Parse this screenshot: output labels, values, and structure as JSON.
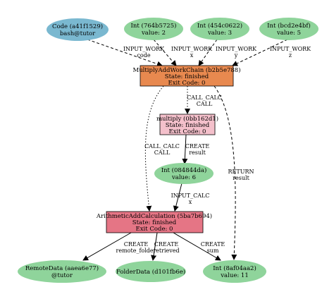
{
  "nodes": {
    "code": {
      "line1": "Code (a41f1529)",
      "line2": "bash@tutor",
      "color": "#7ab8d0"
    },
    "int_w": {
      "line1": "Int (764b5725)",
      "line2": "value: 2",
      "color": "#8fd49b"
    },
    "int_x": {
      "line1": "Int (454c0622)",
      "line2": "value: 3",
      "color": "#8fd49b"
    },
    "int_y": {
      "line1": "Int (bcd2e4bf)",
      "line2": "value: 5",
      "color": "#8fd49b"
    },
    "workchain": {
      "line1": "MultiplyAddWorkChain (b2b5e788)",
      "line2": "State: finished",
      "line3": "Exit Code: 0",
      "color": "#e8894f"
    },
    "multiply": {
      "line1": "multiply (0bb162d1)",
      "line2": "State: finished",
      "line3": "Exit Code: 0",
      "color": "#f4c0cb"
    },
    "int_result": {
      "line1": "Int (084844da)",
      "line2": "value: 6",
      "color": "#8fd49b"
    },
    "arith": {
      "line1": "ArithmeticAddCalculation (5ba7b694)",
      "line2": "State: finished",
      "line3": "Exit Code: 0",
      "color": "#e57585"
    },
    "remote": {
      "line1": "RemoteData (aaea6e77)",
      "line2": "@tutor",
      "color": "#8fd49b"
    },
    "folder": {
      "line1": "FolderData (d101fb6e)",
      "color": "#8fd49b"
    },
    "int_sum": {
      "line1": "Int (8af04aa2)",
      "line2": "value: 11",
      "color": "#8fd49b"
    }
  },
  "edges": {
    "code_wc": {
      "l1": "INPUT_WORK",
      "l2": "code"
    },
    "w_wc": {
      "l1": "INPUT_WORK",
      "l2": "x"
    },
    "x_wc": {
      "l1": "INPUT_WORK",
      "l2": "y"
    },
    "y_wc": {
      "l1": "INPUT_WORK",
      "l2": "z"
    },
    "wc_mult": {
      "l1": "CALL_CALC",
      "l2": "CALL"
    },
    "mult_res": {
      "l1": "CREATE",
      "l2": "result"
    },
    "wc_arith": {
      "l1": "CALL_CALC",
      "l2": "CALL"
    },
    "wc_sum": {
      "l1": "RETURN",
      "l2": "result"
    },
    "res_arith": {
      "l1": "INPUT_CALC",
      "l2": "x"
    },
    "arith_remote": {
      "l1": "CREATE",
      "l2": "remote_folder"
    },
    "arith_folder": {
      "l1": "CREATE",
      "l2": "retrieved"
    },
    "arith_sum": {
      "l1": "CREATE",
      "l2": "sum"
    }
  }
}
